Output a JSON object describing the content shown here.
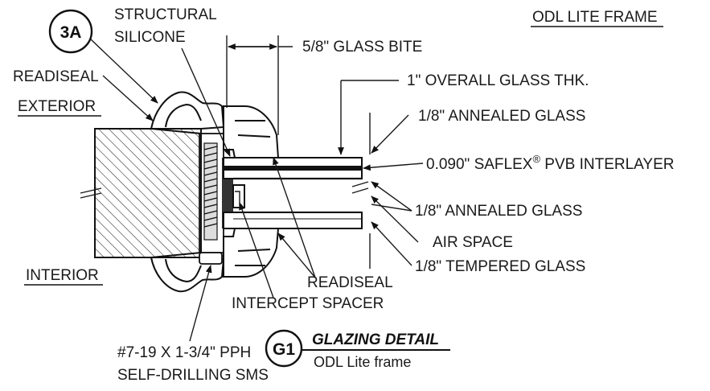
{
  "header": {
    "frame_title": "ODL LITE FRAME"
  },
  "callout": {
    "bubble": "3A"
  },
  "labels": {
    "structural_1": "STRUCTURAL",
    "structural_2": "SILICONE",
    "glass_bite": "5/8\" GLASS BITE",
    "readiseal_top": "READISEAL",
    "exterior": "EXTERIOR",
    "overall_thk": "1\" OVERALL GLASS THK.",
    "annealed_1": "1/8\" ANNEALED GLASS",
    "interlayer_main": "0.090\" SAFLEX",
    "interlayer_reg": "®",
    "interlayer_tail": " PVB INTERLAYER",
    "annealed_2": "1/8\" ANNEALED GLASS",
    "air_space": "AIR SPACE",
    "tempered": "1/8\" TEMPERED GLASS",
    "interior": "INTERIOR",
    "readiseal_bottom": "READISEAL",
    "intercept_spacer": "INTERCEPT SPACER",
    "screw_1": "#7-19 X 1-3/4\" PPH",
    "screw_2": "SELF-DRILLING SMS"
  },
  "detail": {
    "bubble": "G1",
    "title": "GLAZING DETAIL",
    "subtitle": "ODL Lite frame"
  }
}
